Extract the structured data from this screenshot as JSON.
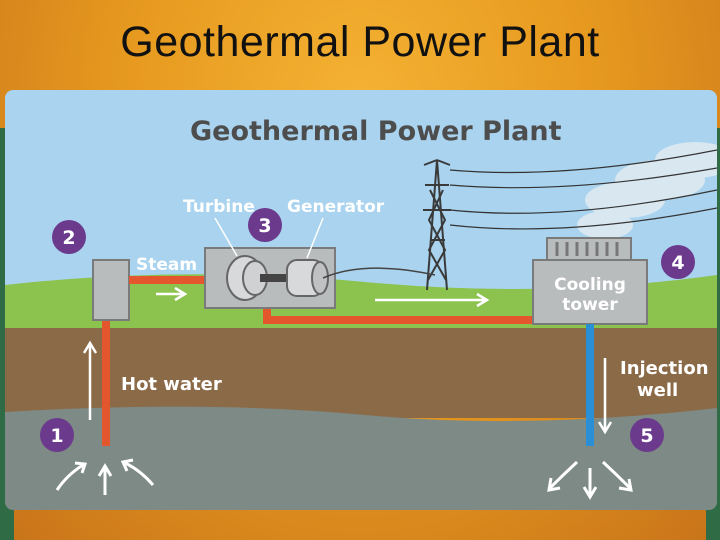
{
  "slide": {
    "title": "Geothermal Power Plant"
  },
  "diagram": {
    "title": "Geothermal Power Plant",
    "labels": {
      "turbine": "Turbine",
      "generator": "Generator",
      "steam": "Steam",
      "cooling_tower_line1": "Cooling",
      "cooling_tower_line2": "tower",
      "hot_water": "Hot water",
      "injection_line1": "Injection",
      "injection_line2": "well"
    },
    "steps": [
      "1",
      "2",
      "3",
      "4",
      "5"
    ],
    "colors": {
      "sky": "#a9d3ee",
      "grass": "#8cc34e",
      "soil": "#8b6a48",
      "rock": "#7d8a86",
      "hot_pipe": "#e4572e",
      "cold_pipe": "#2b8fd6",
      "badge": "#6b3a8c",
      "building": "#b9bcbd"
    }
  }
}
